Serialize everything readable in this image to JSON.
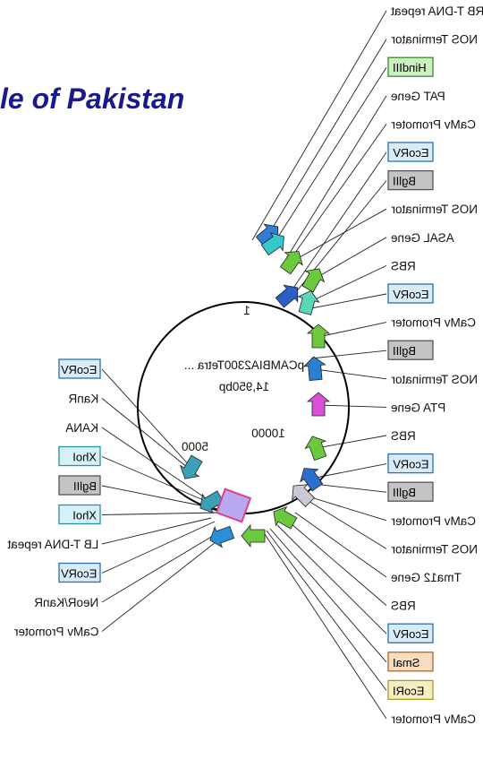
{
  "title": "le of Pakistan",
  "plasmid": {
    "name": "pCAMBIA2300Tetra ...",
    "size": "14,950bp"
  },
  "tick_labels": {
    "t5000": "5000",
    "t10000": "10000",
    "t1": "1"
  },
  "right_features": [
    {
      "label": "RB T-DNA repeat",
      "boxed": false
    },
    {
      "label": "NOS Terminator",
      "boxed": false
    },
    {
      "label": "HindIII",
      "boxed": true,
      "box": "green"
    },
    {
      "label": "PAT Gene",
      "boxed": false
    },
    {
      "label": "CaMv Promoter",
      "boxed": false
    },
    {
      "label": "EcoRV",
      "boxed": true,
      "box": "blue"
    },
    {
      "label": "BglII",
      "boxed": true,
      "box": "gray"
    },
    {
      "label": "NOS Terminator",
      "boxed": false
    },
    {
      "label": "ASAL Gene",
      "boxed": false
    },
    {
      "label": "RBS",
      "boxed": false
    },
    {
      "label": "EcoRV",
      "boxed": true,
      "box": "blue"
    },
    {
      "label": "CaMv Promoter",
      "boxed": false
    },
    {
      "label": "BglII",
      "boxed": true,
      "box": "gray"
    },
    {
      "label": "NOS Terminator",
      "boxed": false
    },
    {
      "label": "PTA Gene",
      "boxed": false
    },
    {
      "label": "RBS",
      "boxed": false
    },
    {
      "label": "EcoRV",
      "boxed": true,
      "box": "blue"
    },
    {
      "label": "BglII",
      "boxed": true,
      "box": "gray"
    },
    {
      "label": "CaMv Promoter",
      "boxed": false
    },
    {
      "label": "NOS Terminator",
      "boxed": false
    },
    {
      "label": "Tma12 Gene",
      "boxed": false
    },
    {
      "label": "RBS",
      "boxed": false
    },
    {
      "label": "EcoRV",
      "boxed": true,
      "box": "blue"
    },
    {
      "label": "SmaI",
      "boxed": true,
      "box": "orange"
    },
    {
      "label": "EcoRI",
      "boxed": true,
      "box": "yellow"
    },
    {
      "label": "CaMv Promoter",
      "boxed": false
    }
  ],
  "left_features": [
    {
      "label": "EcoRV",
      "boxed": true,
      "box": "blue"
    },
    {
      "label": "KanR",
      "boxed": false
    },
    {
      "label": "KANA",
      "boxed": false
    },
    {
      "label": "XhoI",
      "boxed": true,
      "box": "cyan"
    },
    {
      "label": "BglII",
      "boxed": true,
      "box": "gray"
    },
    {
      "label": "XhoI",
      "boxed": true,
      "box": "cyan"
    },
    {
      "label": "LB T-DNA repeat",
      "boxed": false
    },
    {
      "label": "EcoRV",
      "boxed": true,
      "box": "blue"
    },
    {
      "label": "NeoR/KanR",
      "boxed": false
    },
    {
      "label": "CaMv Promoter",
      "boxed": false
    }
  ],
  "box_colors": {
    "blue": {
      "fill": "#d8ecf8",
      "stroke": "#2a6fb0"
    },
    "gray": {
      "fill": "#c4c4c4",
      "stroke": "#555555"
    },
    "green": {
      "fill": "#cdeec0",
      "stroke": "#3a8a2a"
    },
    "cyan": {
      "fill": "#d6f2f6",
      "stroke": "#2a90a8"
    },
    "orange": {
      "fill": "#f6dcc0",
      "stroke": "#a8682a"
    },
    "yellow": {
      "fill": "#f4eec0",
      "stroke": "#a89a2a"
    }
  }
}
